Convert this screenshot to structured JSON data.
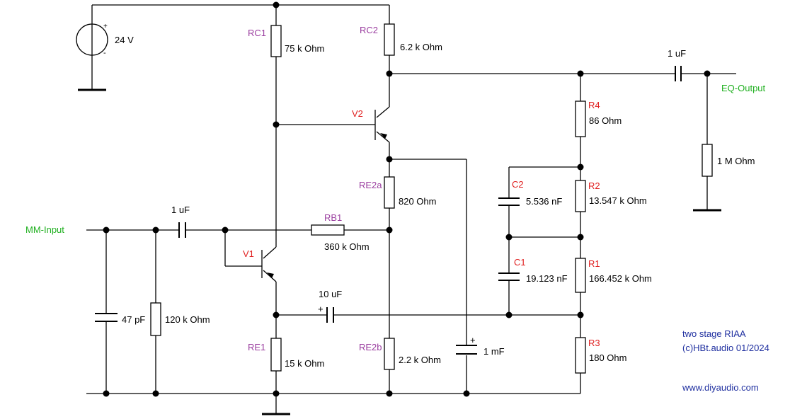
{
  "supply": {
    "label": "24 V",
    "plus": "+",
    "minus": "-"
  },
  "io": {
    "input": "MM-Input",
    "output": "EQ-Output"
  },
  "components": {
    "RC1": {
      "name": "RC1",
      "value": "75 k Ohm"
    },
    "RC2": {
      "name": "RC2",
      "value": "6.2 k Ohm"
    },
    "V1": {
      "name": "V1"
    },
    "V2": {
      "name": "V2"
    },
    "RE1": {
      "name": "RE1",
      "value": "15 k Ohm"
    },
    "RE2a": {
      "name": "RE2a",
      "value": "820  Ohm"
    },
    "RE2b": {
      "name": "RE2b",
      "value": "2.2 k Ohm"
    },
    "RB1": {
      "name": "RB1",
      "value": "360 k Ohm"
    },
    "C_in": {
      "value": "1 uF"
    },
    "C_in_load": {
      "value": "47 pF"
    },
    "R_in_load": {
      "value": "120 k Ohm"
    },
    "C_fb": {
      "value": "10 uF",
      "plus": "+"
    },
    "C_bypass": {
      "value": "1 mF",
      "plus": "+"
    },
    "C_out": {
      "value": "1 uF"
    },
    "R_out": {
      "value": "1 M Ohm"
    },
    "R4": {
      "name": "R4",
      "value": "86  Ohm"
    },
    "R2": {
      "name": "R2",
      "value": "13.547 k Ohm"
    },
    "R1": {
      "name": "R1",
      "value": "166.452 k Ohm"
    },
    "R3": {
      "name": "R3",
      "value": "180  Ohm"
    },
    "C2": {
      "name": "C2",
      "value": "5.536 nF"
    },
    "C1": {
      "name": "C1",
      "value": "19.123 nF"
    }
  },
  "notes": {
    "line1": "two stage RIAA",
    "line2": "(c)HBt.audio 01/2024",
    "site": "www.diyaudio.com"
  },
  "colors": {
    "ref_purple": "#9b3fa0",
    "ref_red": "#e02020",
    "io_green": "#20b020",
    "note_blue": "#2030a0"
  }
}
